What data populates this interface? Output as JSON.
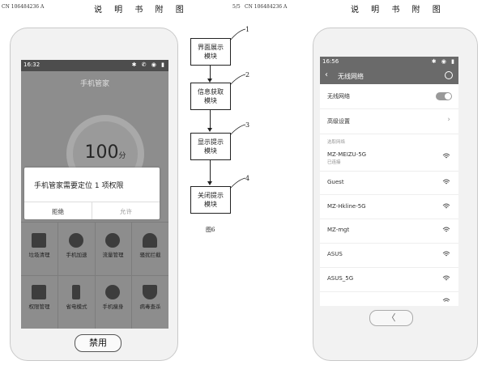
{
  "header": {
    "left_pub": "CN 106484236 A",
    "left_title": "说 明 书 附 图",
    "page": "5/5",
    "right_pub": "CN 106484236 A",
    "right_title": "说 明 书 附 图"
  },
  "phone1": {
    "time": "16:32",
    "status_icons": "✱ ✆ ◉ ▮",
    "app_title": "手机管家",
    "score": "100",
    "score_unit": "分",
    "dialog": {
      "message": "手机管家需要定位 1 项权限",
      "deny": "拒绝",
      "allow": "允许"
    },
    "grid": [
      "垃圾清理",
      "手机加速",
      "流量管理",
      "骚扰拦截",
      "权限管理",
      "省电模式",
      "手机瘦身",
      "病毒查杀"
    ],
    "button": "禁用"
  },
  "flowchart": {
    "boxes": [
      "界面展示\n模块",
      "信息获取\n模块",
      "显示提示\n模块",
      "关闭提示\n模块"
    ],
    "numbers": [
      "1",
      "2",
      "3",
      "4"
    ],
    "caption": "图6"
  },
  "phone2": {
    "time": "16:56",
    "status_icons": "✱ ◉ ▮",
    "nav_title": "无线网络",
    "wifi_label": "无线网络",
    "advanced": "高级设置",
    "section": "选取网络",
    "networks": [
      {
        "name": "MZ-MEIZU-5G",
        "status": "已连接"
      },
      {
        "name": "Guest",
        "status": ""
      },
      {
        "name": "MZ-Hkline-5G",
        "status": ""
      },
      {
        "name": "MZ-mgt",
        "status": ""
      },
      {
        "name": "ASUS",
        "status": ""
      },
      {
        "name": "ASUS_5G",
        "status": ""
      }
    ],
    "back_glyph": "〈"
  }
}
